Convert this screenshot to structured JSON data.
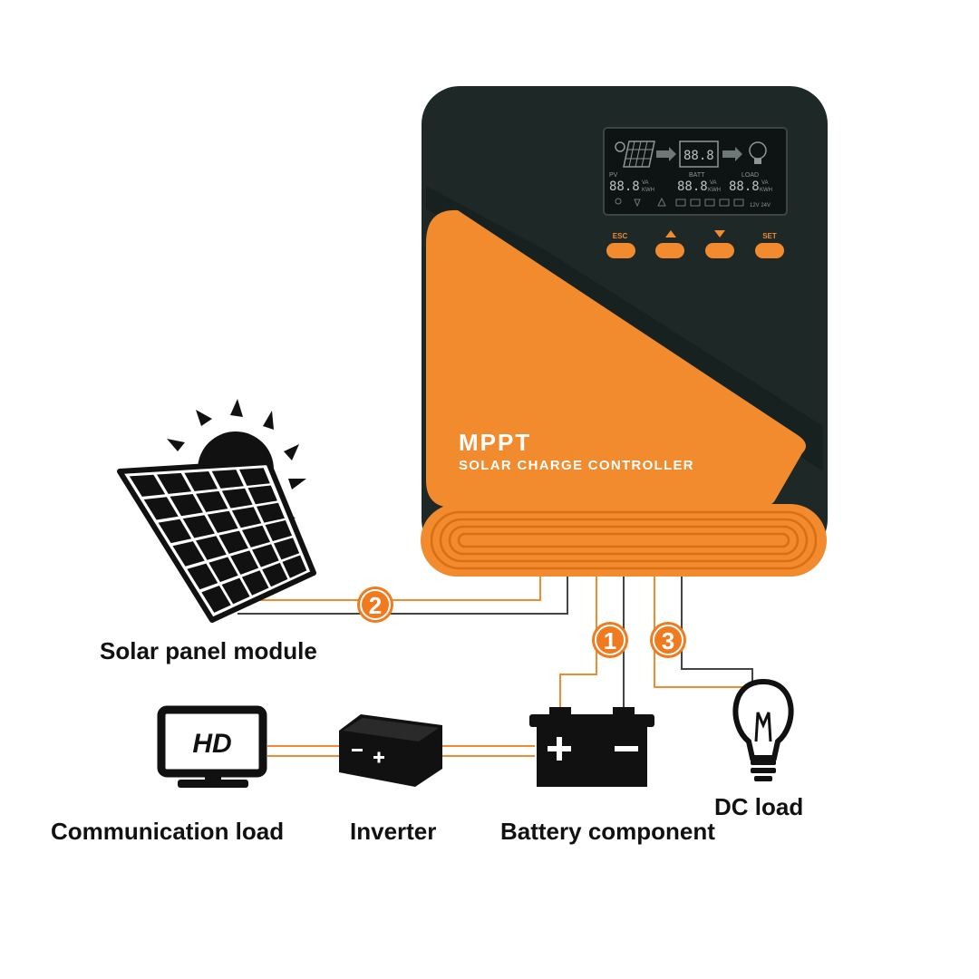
{
  "device": {
    "title": "MPPT",
    "subtitle": "SOLAR CHARGE CONTROLLER",
    "buttons": {
      "esc": "ESC",
      "set": "SET"
    },
    "lcd": {
      "top_value": "88.8",
      "pv_label": "PV",
      "batt_label": "BATT",
      "load_label": "LOAD",
      "pv_value": "88.8",
      "batt_value": "88.8",
      "load_value": "88.8",
      "unit_va": "VA",
      "unit_kwh": "KWH",
      "voltage_modes": "12V 24V"
    }
  },
  "connections": {
    "battery_number": "1",
    "solar_number": "2",
    "load_number": "3"
  },
  "labels": {
    "solar": "Solar panel module",
    "communication": "Communication load",
    "inverter": "Inverter",
    "battery": "Battery component",
    "dc_load": "DC load"
  },
  "icons": {
    "monitor_text": "HD"
  },
  "colors": {
    "orange": "#f28a2e",
    "dark": "#1d2827",
    "icon": "#111111"
  }
}
